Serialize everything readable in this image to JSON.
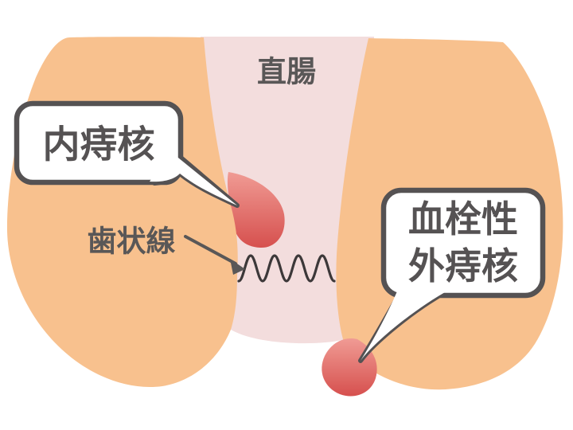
{
  "figure": {
    "rectum_label": "直腸",
    "dentate_line_label": "歯状線",
    "internal_callout_label": "内痔核",
    "thrombosed_callout_line1": "血栓性",
    "thrombosed_callout_line2": "外痔核"
  },
  "colors": {
    "background": "#FFFFFF",
    "skin": "#F8C18E",
    "canal_pink": "#F3DDDD",
    "hemorrhoid_light": "#F09B94",
    "hemorrhoid_dark": "#D6504E",
    "outline_gray": "#555253",
    "text_gray": "#595757",
    "wave_dark": "#3C3839",
    "bubble_fill": "#FFFFFF"
  }
}
